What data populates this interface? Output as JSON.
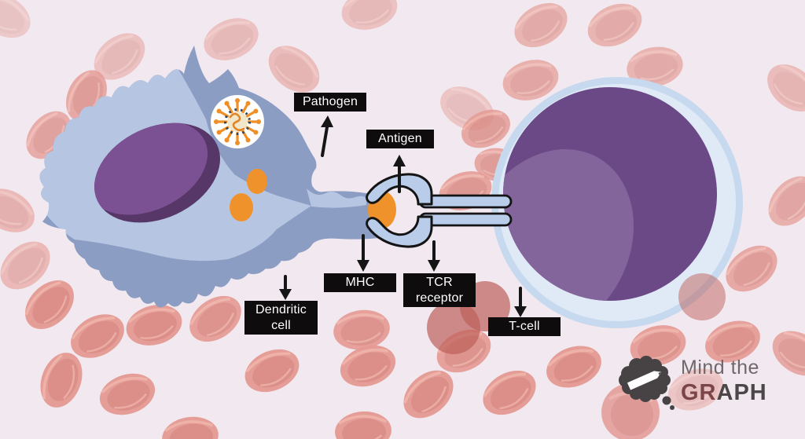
{
  "labels": {
    "pathogen": "Pathogen",
    "antigen": "Antigen",
    "mhc": "MHC",
    "tcr_receptor": "TCR receptor",
    "dendritic_cell": "Dendritic cell",
    "t_cell": "T-cell"
  },
  "logo": {
    "line1": "Mind the",
    "graph_gr": "GR",
    "graph_aph": "APH",
    "icon": "brain-pencil-icon"
  },
  "colors": {
    "background": "#f2e9f0",
    "label_bg": "#0e0c0d",
    "label_text": "#ffffff",
    "rbc": "#e59a93",
    "rbc_shade": "#db8b84",
    "deep_red_cell": "#bd5f5a",
    "dendritic_outer": "#8c9dc4",
    "dendritic_inner": "#b6c6e2",
    "nucleus_dark": "#563768",
    "nucleus_light": "#7c5194",
    "tcell_ring": "#c7d9ee",
    "tcell_ring_inner": "#e0eaf7",
    "tcell_nucleus": "#6b4886",
    "tcell_nucleus_light": "#83659c",
    "antigen_orange": "#f0922b",
    "tcr_fill": "#b9cdea",
    "tcr_outline": "#141414",
    "arrow": "#151515",
    "virus_body": "#f3e7ca",
    "virus_spike": "#ef8f25",
    "virus_ring": "#35455e"
  }
}
